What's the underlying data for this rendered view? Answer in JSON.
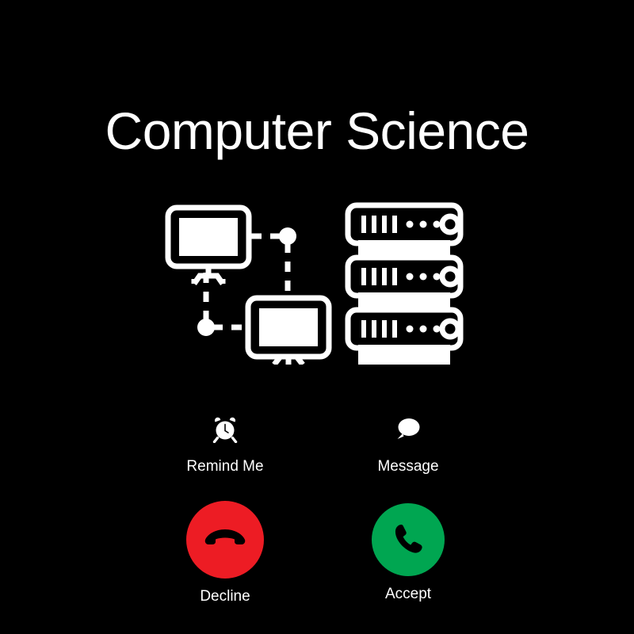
{
  "screen": {
    "type": "incoming-call",
    "background_color": "#000000",
    "text_color": "#ffffff"
  },
  "caller": {
    "name": "Computer Science"
  },
  "avatar": {
    "icon_name": "computer-network-server-illustration",
    "description": "Two desktop monitors linked by dashed network lines with round nodes, beside a three-unit server rack",
    "color": "#ffffff"
  },
  "secondary_actions": [
    {
      "id": "remind-me",
      "label": "Remind Me",
      "icon_name": "alarm-clock-icon"
    },
    {
      "id": "message",
      "label": "Message",
      "icon_name": "speech-bubble-icon"
    }
  ],
  "primary_actions": [
    {
      "id": "decline",
      "label": "Decline",
      "icon_name": "phone-hangup-icon",
      "color": "#ED1C24",
      "icon_color": "#000000"
    },
    {
      "id": "accept",
      "label": "Accept",
      "icon_name": "phone-handset-icon",
      "color": "#00A651",
      "icon_color": "#000000"
    }
  ]
}
